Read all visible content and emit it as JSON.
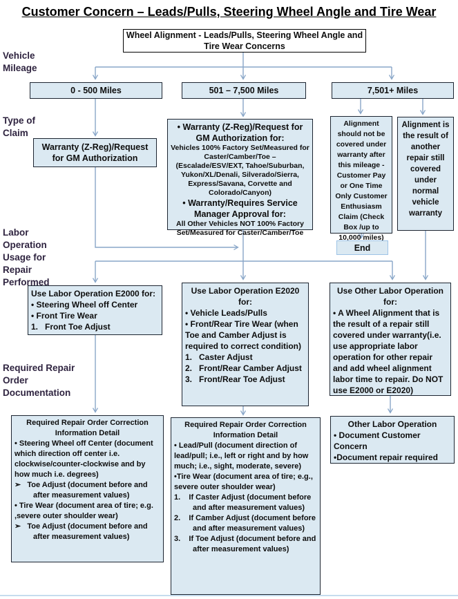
{
  "title": "Customer Concern – Leads/Pulls, Steering Wheel Angle and Tire Wear",
  "root_box": "Wheel Alignment - Leads/Pulls, Steering Wheel Angle and Tire Wear Concerns",
  "row_labels": {
    "mileage": "Vehicle Mileage",
    "claim": "Type of Claim",
    "labor": "Labor Operation Usage for Repair Performed",
    "documentation": "Required Repair Order Documentation"
  },
  "mileage": {
    "low": "0 - 500 Miles",
    "mid": "501 – 7,500 Miles",
    "high": "7,501+ Miles"
  },
  "claim": {
    "low": "Warranty (Z-Reg)/Request for GM  Authorization",
    "mid": {
      "head1": "• Warranty (Z-Reg)/Request for GM Authorization for:",
      "detail1": "Vehicles 100% Factory Set/Measured for Caster/Camber/Toe – (Escalade/ESV/EXT, Tahoe/Suburban, Yukon/XL/Denali, Silverado/Sierra, Express/Savana,  Corvette and Colorado/Canyon)",
      "head2": "• Warranty/Requires Service Manager Approval for:",
      "detail2": "All Other Vehicles NOT 100% Factory Set/Measured for Caster/Camber/Toe"
    },
    "high_customer_pay": "Alignment should not be covered under warranty after this mileage - Customer Pay or  One Time Only Customer Enthusiasm Claim (Check Box /up to 10,000 miles)",
    "high_other_repair": "Alignment is the result of another repair still covered under normal vehicle warranty",
    "end_label": "End"
  },
  "labor": {
    "e2000": {
      "title": "Use Labor Operation E2000 for:",
      "items": [
        "• Steering Wheel off Center",
        "• Front Tire Wear",
        "1.   Front Toe Adjust"
      ]
    },
    "e2020": {
      "title": "Use Labor Operation E2020 for:",
      "items": [
        "• Vehicle Leads/Pulls",
        "• Front/Rear Tire Wear (when Toe and Camber Adjust is required to correct condition)",
        "1.   Caster Adjust",
        "2.   Front/Rear Camber Adjust",
        "3.   Front/Rear Toe Adjust"
      ]
    },
    "other": {
      "title": "Use Other Labor Operation for:",
      "items": [
        "• A Wheel Alignment that is the result of a repair still covered under warranty(i.e. use appropriate labor operation for other repair and add wheel alignment labor time to repair. Do NOT use E2000 or E2020)"
      ]
    }
  },
  "documentation": {
    "low": {
      "title": "Required Repair Order Correction Information Detail",
      "items": [
        "•  Steering Wheel off Center (document which direction off center i.e. clockwise/counter-clockwise and by how much i.e. degrees)",
        "➢   Toe Adjust (document before and after measurement values)",
        "• Tire Wear (document area of tire; e.g. ,severe outer shoulder wear)",
        "➢   Toe Adjust (document before and after measurement values)"
      ]
    },
    "mid": {
      "title": "Required Repair Order Correction Information Detail",
      "items": [
        "• Lead/Pull (document direction of lead/pull; i.e., left or right and by how much; i.e., sight, moderate, severe)",
        "•Tire Wear (document area of tire; e.g., severe outer shoulder wear)",
        "1.    If Caster Adjust (document before and after measurement values)",
        "2.    If Camber Adjust (document before and after measurement values)",
        "3.    If Toe Adjust (document before and after measurement values)"
      ]
    },
    "other": {
      "title": "Other Labor Operation",
      "items": [
        "• Document Customer Concern",
        "•Document repair required"
      ]
    }
  },
  "colors": {
    "box_fill": "#dbe9f2",
    "box_border": "#1c2430",
    "connector": "#88a6c8",
    "end_border": "#9dc3e6"
  }
}
